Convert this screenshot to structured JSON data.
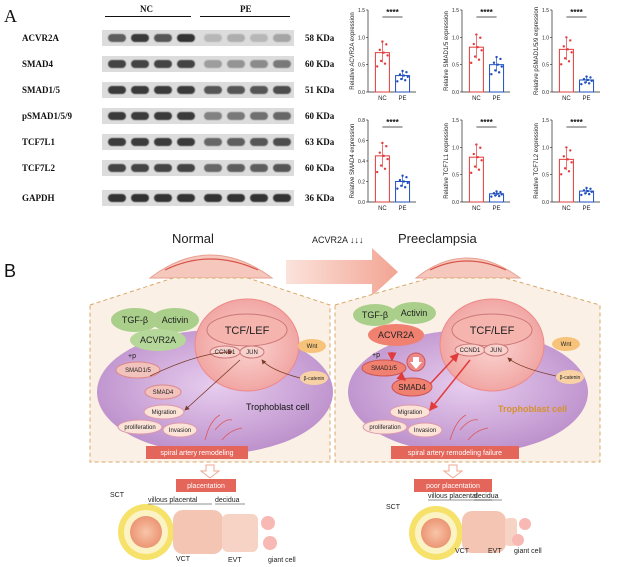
{
  "panel_a": {
    "letter": "A",
    "groups": [
      {
        "label": "NC"
      },
      {
        "label": "PE"
      }
    ],
    "blots": [
      {
        "label": "ACVR2A",
        "kda": "58 KDa",
        "intensity": [
          0.7,
          0.9,
          0.75,
          0.95,
          0.2,
          0.25,
          0.2,
          0.3
        ]
      },
      {
        "label": "SMAD4",
        "kda": "60 KDa",
        "intensity": [
          0.85,
          0.85,
          0.85,
          0.85,
          0.35,
          0.4,
          0.45,
          0.55
        ]
      },
      {
        "label": "SMAD1/5",
        "kda": "51 KDa",
        "intensity": [
          0.9,
          0.9,
          0.9,
          0.9,
          0.75,
          0.75,
          0.75,
          0.8
        ]
      },
      {
        "label": "pSMAD1/5/9",
        "kda": "60 KDa",
        "intensity": [
          0.9,
          0.9,
          0.9,
          0.9,
          0.5,
          0.55,
          0.6,
          0.65
        ]
      },
      {
        "label": "TCF7L1",
        "kda": "63 KDa",
        "intensity": [
          0.9,
          0.9,
          0.9,
          0.9,
          0.65,
          0.7,
          0.75,
          0.8
        ]
      },
      {
        "label": "TCF7L2",
        "kda": "60 KDa",
        "intensity": [
          0.85,
          0.85,
          0.85,
          0.85,
          0.65,
          0.7,
          0.7,
          0.75
        ]
      },
      {
        "label": "GAPDH",
        "kda": "36 KDa",
        "intensity": [
          0.95,
          0.95,
          0.95,
          0.95,
          0.95,
          0.95,
          0.95,
          0.95
        ]
      }
    ]
  },
  "chart_data": [
    {
      "type": "bar",
      "categories": [
        "NC",
        "PE"
      ],
      "values": [
        0.72,
        0.3
      ],
      "ylabel": "Relative ACVR2A expression",
      "ylim": [
        0,
        1.5
      ],
      "yticks": [
        "0.0",
        "0.5",
        "1.0",
        "1.5"
      ],
      "significance": "****",
      "colors": [
        "#e23b3b",
        "#1f4fbf"
      ]
    },
    {
      "type": "bar",
      "categories": [
        "NC",
        "PE"
      ],
      "values": [
        0.82,
        0.5
      ],
      "ylabel": "Relative SMAD1/5 expression",
      "ylim": [
        0,
        1.5
      ],
      "yticks": [
        "0.0",
        "0.5",
        "1.0",
        "1.5"
      ],
      "significance": "****",
      "colors": [
        "#e23b3b",
        "#1f4fbf"
      ]
    },
    {
      "type": "bar",
      "categories": [
        "NC",
        "PE"
      ],
      "values": [
        0.78,
        0.22
      ],
      "ylabel": "Relative pSMAD1/5/9 expression",
      "ylim": [
        0,
        1.5
      ],
      "yticks": [
        "0.0",
        "0.5",
        "1.0",
        "1.5"
      ],
      "significance": "****",
      "colors": [
        "#e23b3b",
        "#1f4fbf"
      ]
    },
    {
      "type": "bar",
      "categories": [
        "NC",
        "PE"
      ],
      "values": [
        0.45,
        0.2
      ],
      "ylabel": "Relative SMAD4 expression",
      "ylim": [
        0,
        0.8
      ],
      "yticks": [
        "0.0",
        "0.2",
        "0.4",
        "0.6",
        "0.8"
      ],
      "significance": "****",
      "colors": [
        "#e23b3b",
        "#1f4fbf"
      ]
    },
    {
      "type": "bar",
      "categories": [
        "NC",
        "PE"
      ],
      "values": [
        0.82,
        0.15
      ],
      "ylabel": "Relative TCF7L1 expression",
      "ylim": [
        0,
        1.5
      ],
      "yticks": [
        "0.0",
        "0.5",
        "1.0",
        "1.5"
      ],
      "significance": "****",
      "colors": [
        "#e23b3b",
        "#1f4fbf"
      ]
    },
    {
      "type": "bar",
      "categories": [
        "NC",
        "PE"
      ],
      "values": [
        0.78,
        0.2
      ],
      "ylabel": "Relative TCF7L2 expression",
      "ylim": [
        0,
        1.5
      ],
      "yticks": [
        "0.0",
        "0.5",
        "1.0",
        "1.5"
      ],
      "significance": "****",
      "colors": [
        "#e23b3b",
        "#1f4fbf"
      ]
    }
  ],
  "panel_b": {
    "letter": "B",
    "titles": {
      "normal": "Normal",
      "preeclampsia": "Preeclampsia"
    },
    "transition": "ACVR2A ↓↓↓",
    "ligands": {
      "tgfb": "TGF-β",
      "activin": "Activin"
    },
    "receptor": "ACVR2A",
    "plus_p": "+p",
    "smad15": "SMAD1/5",
    "smad4": "SMAD4",
    "tcf": "TCF/LEF",
    "ccnd1": "CCND1",
    "jun": "JUN",
    "wnt": "Wnt",
    "bcatenin": "β-catenin",
    "cell": "Trophoblast cell",
    "migration": "Migration",
    "proliferation": "proliferation",
    "invasion": "Invasion",
    "remodel_normal": "spiral artery remodeling",
    "remodel_pe": "spiral artery remodeling failure",
    "plac_normal": "placentation",
    "plac_pe": "poor placentation",
    "anatomy": {
      "sct": "SCT",
      "villous": "villous placental",
      "decidua": "decidua",
      "vct": "VCT",
      "evt": "EVT",
      "giant": "giant cell"
    },
    "colors": {
      "ligand": "#a9cf8a",
      "receptor_n": "#b5d89a",
      "receptor_pe": "#f08070",
      "cell": "#c9a0d9",
      "nucleus": "#f4b0b0",
      "box": "#e3b880",
      "red": "#e23b3b"
    }
  }
}
